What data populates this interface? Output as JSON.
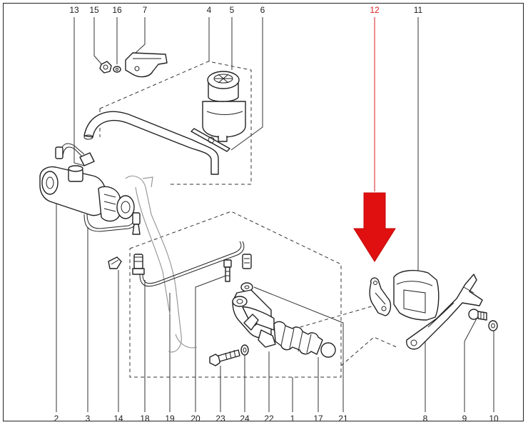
{
  "diagram": {
    "accent_color": "#e01010",
    "highlighted_callout": "12",
    "top_callouts": [
      {
        "id": "13",
        "label": "13"
      },
      {
        "id": "15",
        "label": "15"
      },
      {
        "id": "16",
        "label": "16"
      },
      {
        "id": "7",
        "label": "7"
      },
      {
        "id": "4",
        "label": "4"
      },
      {
        "id": "5",
        "label": "5"
      },
      {
        "id": "6",
        "label": "6"
      },
      {
        "id": "12",
        "label": "12"
      },
      {
        "id": "11",
        "label": "11"
      }
    ],
    "bottom_callouts": [
      {
        "id": "2",
        "label": "2"
      },
      {
        "id": "3",
        "label": "3"
      },
      {
        "id": "14",
        "label": "14"
      },
      {
        "id": "18",
        "label": "18"
      },
      {
        "id": "19",
        "label": "19"
      },
      {
        "id": "20",
        "label": "20"
      },
      {
        "id": "23",
        "label": "23"
      },
      {
        "id": "24",
        "label": "24"
      },
      {
        "id": "22",
        "label": "22"
      },
      {
        "id": "1",
        "label": "1"
      },
      {
        "id": "17",
        "label": "17"
      },
      {
        "id": "21",
        "label": "21"
      },
      {
        "id": "8",
        "label": "8"
      },
      {
        "id": "9",
        "label": "9"
      },
      {
        "id": "10",
        "label": "10"
      }
    ],
    "indicator_icon": "down-arrow-icon"
  }
}
